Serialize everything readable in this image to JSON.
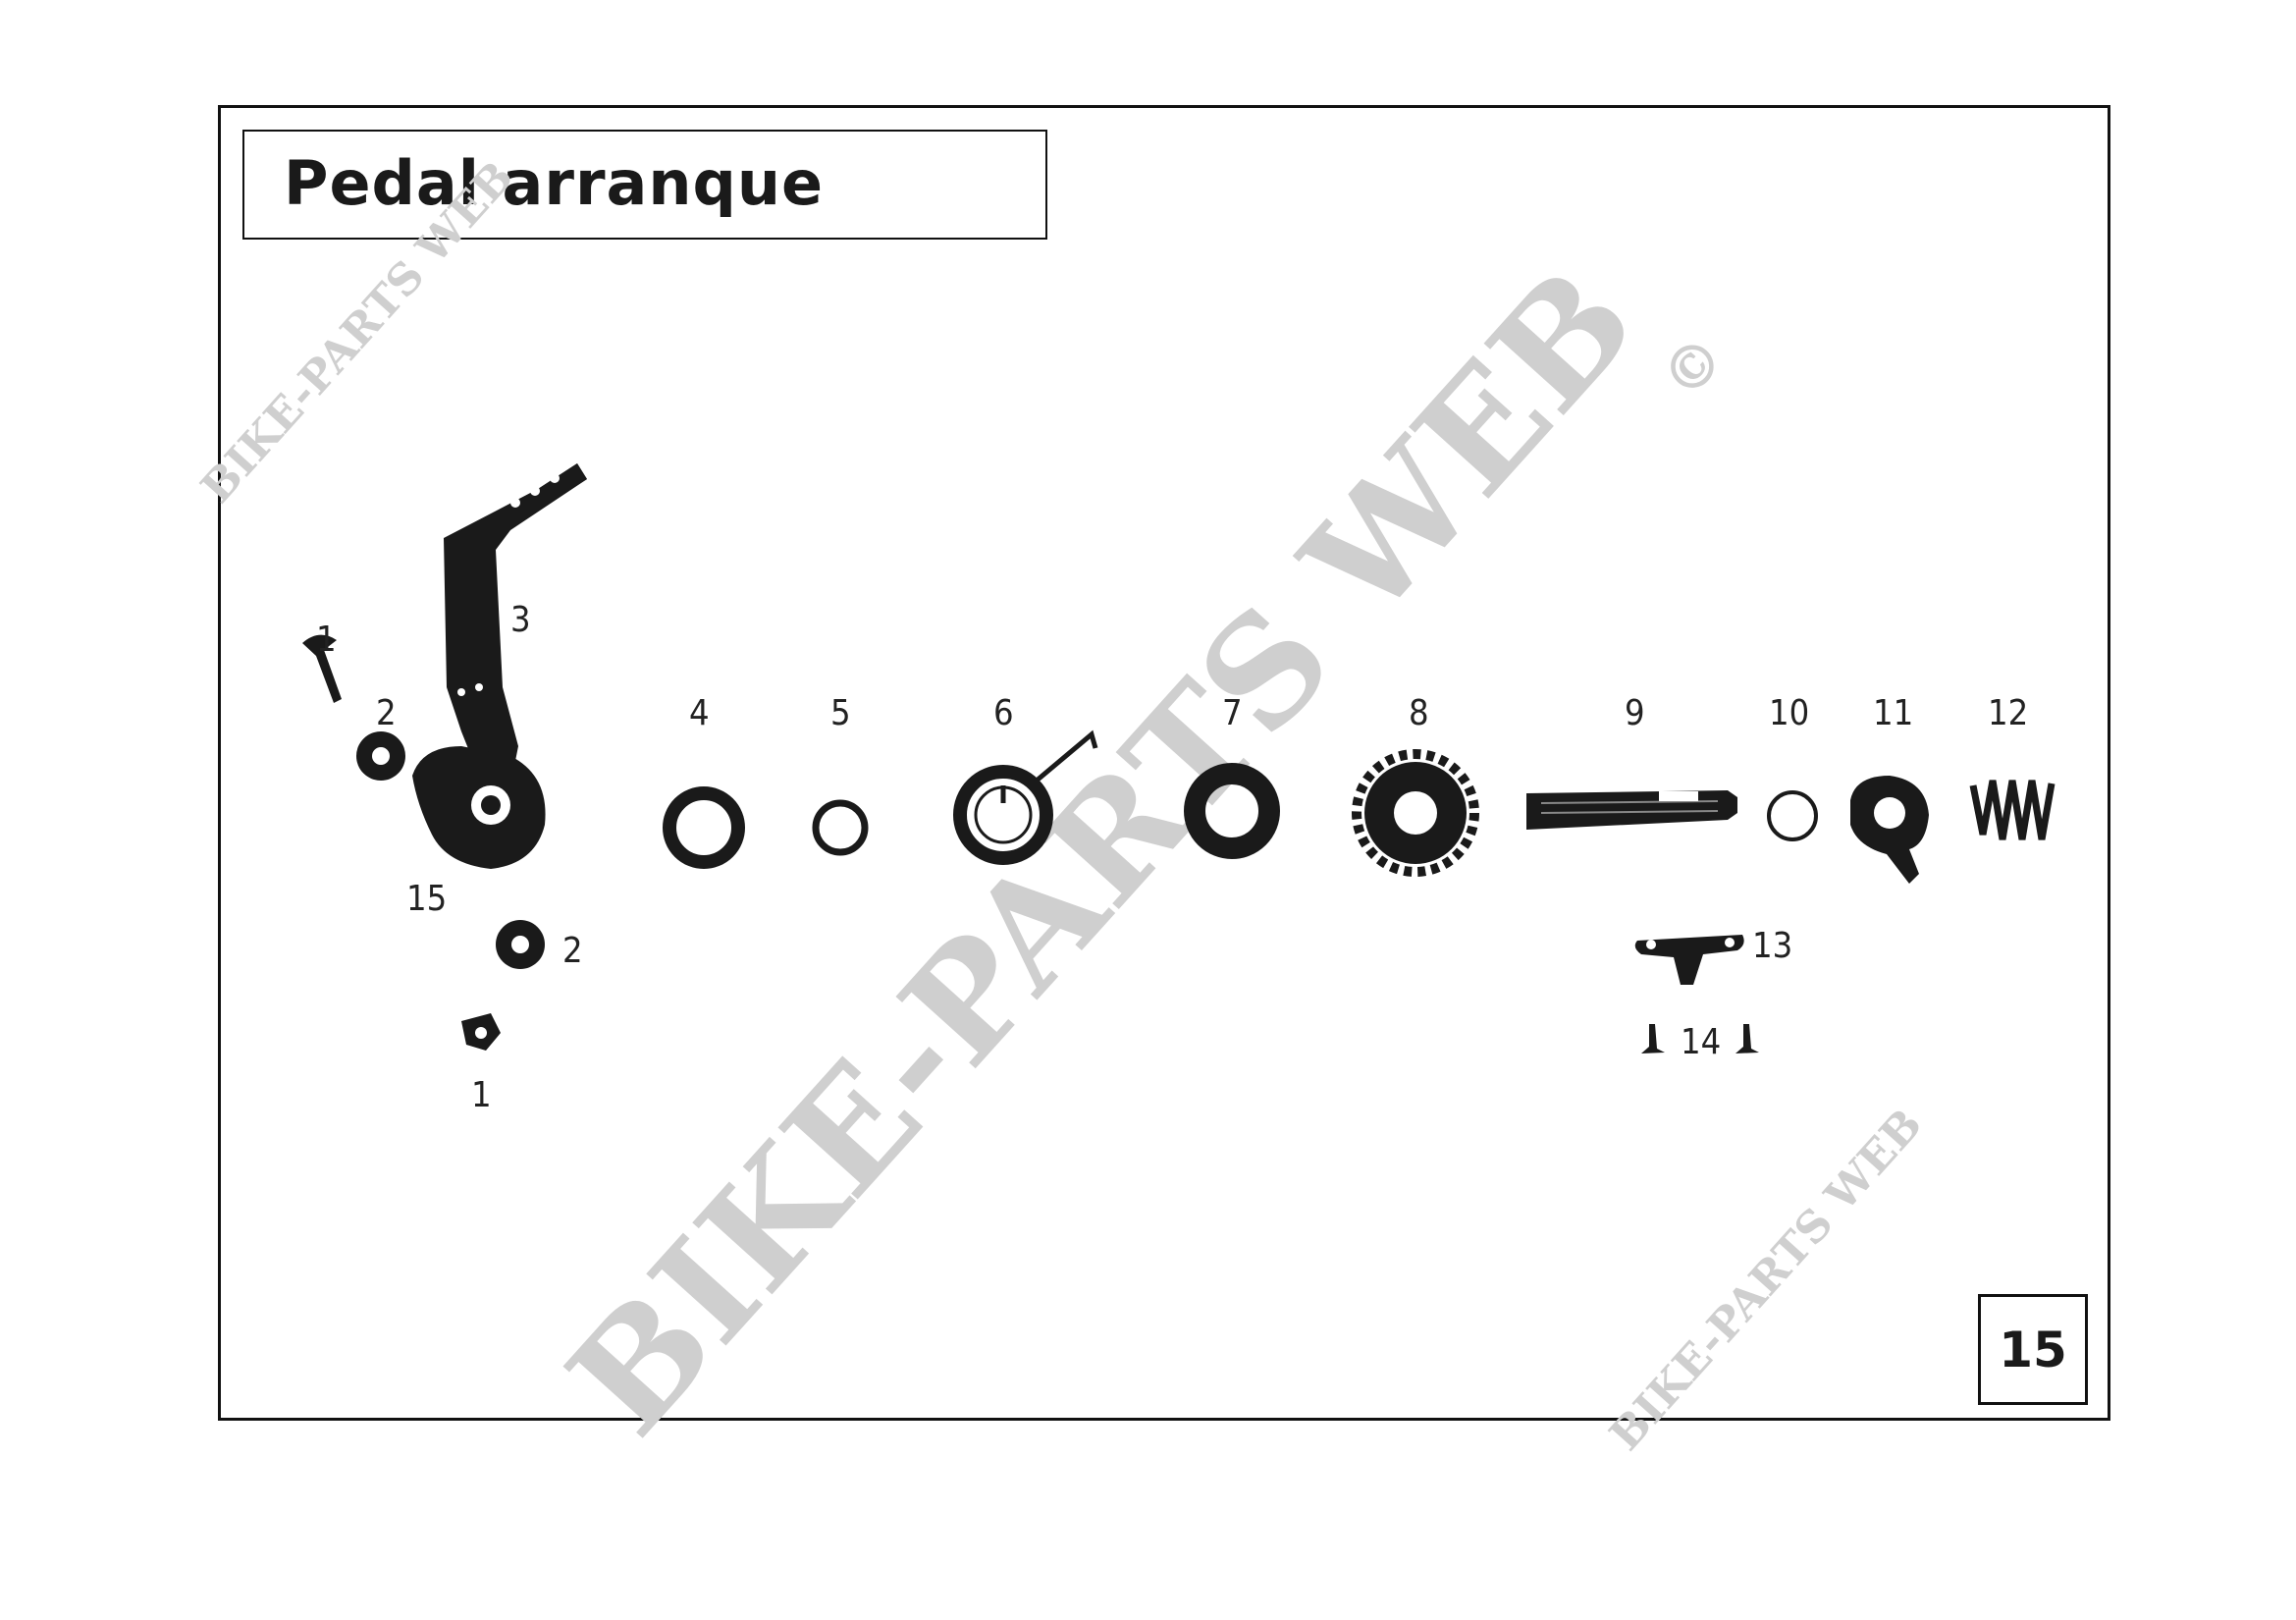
{
  "title": "Pedal arranque",
  "page_number": "15",
  "watermark": {
    "large": "BIKE-PARTS WEB",
    "small_top": "BIKE-PARTS WEB",
    "small_bottom": "BIKE-PARTS WEB",
    "copyright": "©"
  },
  "labels": {
    "l1_top": "1",
    "l2_top": "2",
    "l3": "3",
    "l15": "15",
    "l2_bottom": "2",
    "l1_bottom": "1",
    "l4": "4",
    "l5": "5",
    "l6": "6",
    "l7": "7",
    "l8": "8",
    "l9": "9",
    "l10": "10",
    "l11": "11",
    "l12": "12",
    "l13": "13",
    "l14": "14"
  },
  "colors": {
    "ink": "#1a1a1a",
    "watermark": "#cfcfcf"
  }
}
